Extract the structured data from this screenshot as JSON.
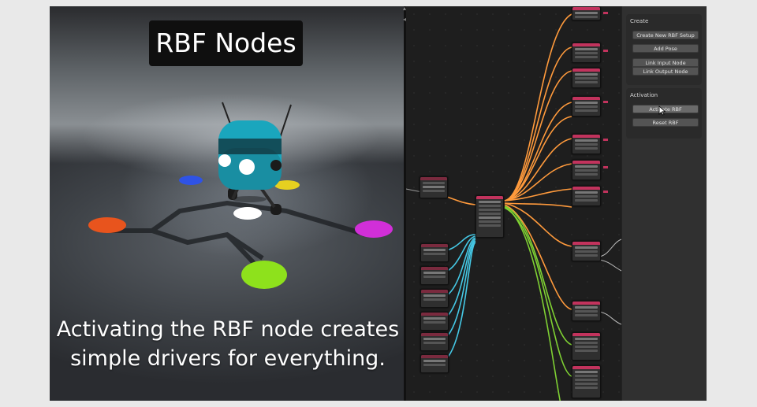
{
  "overlay": {
    "title": "RBF Nodes",
    "caption_line1": "Activating the RBF node creates",
    "caption_line2": "simple drivers for everything."
  },
  "sidebar": {
    "create_header": "Create",
    "create_buttons": [
      "Create New RBF Setup",
      "Add Pose",
      "Link Input Node",
      "Link Output Node"
    ],
    "activation_header": "Activation",
    "activation_buttons": [
      "Activate RBF",
      "Reset RBF"
    ]
  },
  "colors": {
    "pose_markers": [
      "#e8541d",
      "#2f53e6",
      "#e6d020",
      "#ffffff",
      "#d12fd8",
      "#8ee11c"
    ],
    "node_header": "#c2335d",
    "wire_orange": "#ff9a3c",
    "wire_cyan": "#45c9e6",
    "wire_green": "#7fd133",
    "robot_body": "#1aa6bd"
  },
  "icons": [
    "mouse-cursor-icon",
    "arrow-left-icon",
    "arrow-up-icon"
  ]
}
